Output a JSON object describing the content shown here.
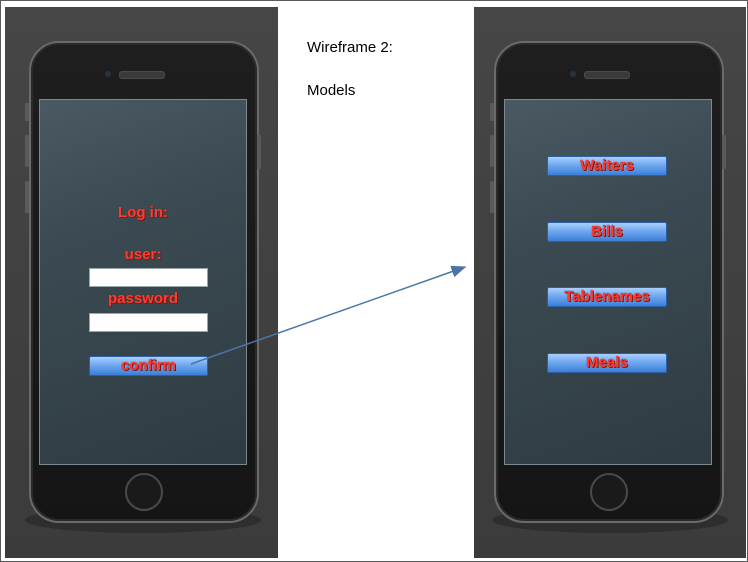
{
  "wireframe": {
    "title": "Wireframe 2:",
    "subtitle": "Models"
  },
  "login_screen": {
    "heading": "Log in:",
    "user_label": "user:",
    "user_value": "",
    "password_label": "password",
    "password_value": "",
    "confirm_label": "confirm"
  },
  "models_screen": {
    "buttons": [
      "Waiters",
      "Bills",
      "Tablenames",
      "Meals"
    ]
  },
  "colors": {
    "accent_text": "#ff3b30",
    "button_blue": "#6fa8f0",
    "arrow": "#4a74a8"
  }
}
